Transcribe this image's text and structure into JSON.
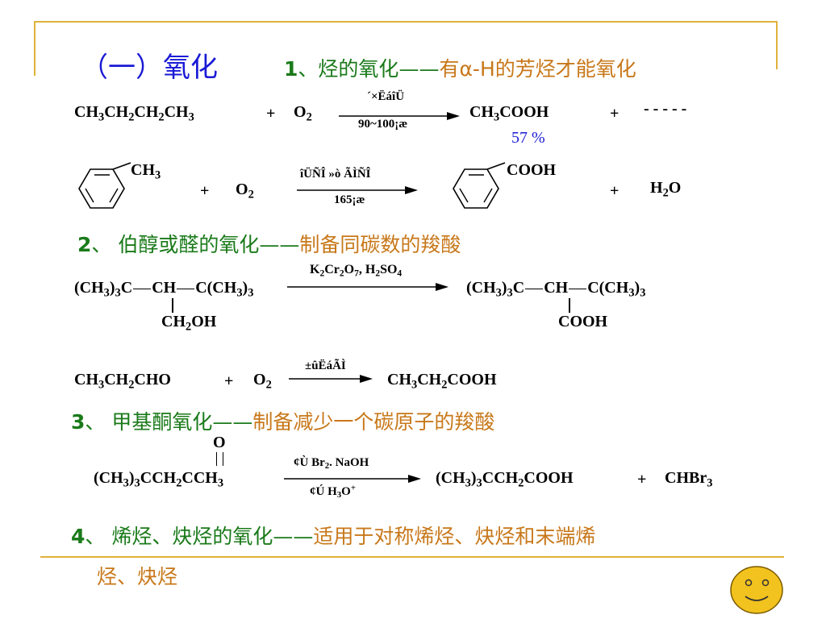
{
  "heading": {
    "title": "（一）氧化",
    "s1_num": "1",
    "s1_sep": "、",
    "s1_label": "烃的氧化",
    "s1_dash": "——",
    "s1_note": "有α-H的芳烃才能氧化",
    "s2_num": "2",
    "s2_sep": "、",
    "s2_label": "伯醇或醛的氧化",
    "s2_dash": "——",
    "s2_note": "制备同碳数的羧酸",
    "s3_num": "3",
    "s3_sep": "、",
    "s3_label": "甲基酮氧化",
    "s3_dash": "——",
    "s3_note": "制备减少一个碳原子的羧酸",
    "s4_num": "4",
    "s4_sep": "、",
    "s4_label": "烯烃、炔烃的氧化",
    "s4_dash": "——",
    "s4_note_line1": "适用于对称烯烃、炔烃和末端烯",
    "s4_note_line2": "烃、炔烃"
  },
  "r1": {
    "plus1": "+",
    "o2": "O",
    "cond_top": "´×ËáîÜ",
    "cond_bottom": "90~100¡æ",
    "product": "CH",
    "product_rest": "COOH",
    "plus2": "+",
    "dashes": "- - - - -",
    "yield": "57 %"
  },
  "r2": {
    "ch3": "CH",
    "plus1": "+",
    "o2": "O",
    "cond_top": "îÜÑÎ »ò ÃÌÑÎ",
    "cond_bottom": "165¡æ",
    "cooh": "COOH",
    "plus2": "+",
    "h2o_h": "H",
    "h2o_o": "O"
  },
  "r3": {
    "cond_k": "K",
    "cond_cr": "Cr",
    "cond_o": "O",
    "cond_sep": ", H",
    "cond_so": "SO",
    "left_sub": "CH",
    "left_sub_rest": "OH",
    "right_sub": "COOH"
  },
  "r4": {
    "cond_top": "±ûËáÃÌ",
    "left_a": "CH",
    "left_b": "CH",
    "left_c": "CHO",
    "plus": "+",
    "o2": "O",
    "right_a": "CH",
    "right_b": "CH",
    "right_c": "COOH"
  },
  "r5": {
    "carbonyl_o": "O",
    "cond_top_a": "¢Ù Br",
    "cond_top_b": ". NaOH",
    "cond_bottom_a": "¢Ú H",
    "cond_bottom_b": "O",
    "cond_bottom_sup": "+",
    "left_a": "(CH",
    "left_b": ")",
    "left_c": "CCH",
    "left_d": "CCH",
    "right_a": "(CH",
    "right_b": ")",
    "right_c": "CCH",
    "right_d": "COOH",
    "plus": "+",
    "chbr_a": "CHBr"
  },
  "subs": {
    "n2": "2",
    "n3": "3",
    "n4": "4",
    "n7": "7"
  },
  "colors": {
    "title": "#1a1ad6",
    "green": "#1a7a1a",
    "orange": "#c8781a",
    "rule": "#e0b23a",
    "smiley": "#f2c21e"
  }
}
